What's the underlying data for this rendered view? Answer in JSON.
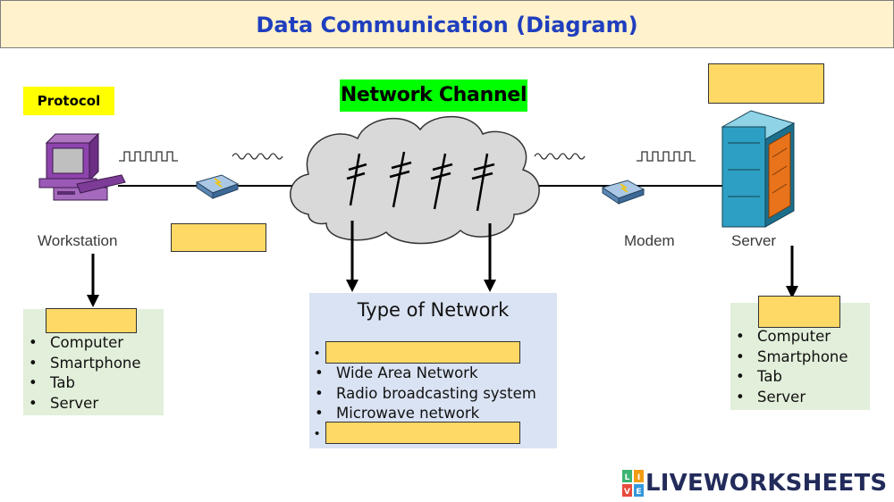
{
  "title": "Data Communication (Diagram)",
  "protocol_label": "Protocol",
  "network_channel_label": "Network Channel",
  "captions": {
    "workstation": "Workstation",
    "modem": "Modem",
    "server": "Server"
  },
  "left_device_list": [
    "Computer",
    "Smartphone",
    "Tab",
    "Server"
  ],
  "right_device_list": [
    "Computer",
    "Smartphone",
    "Tab",
    "Server"
  ],
  "type_of_network": {
    "title": "Type of Network",
    "items": [
      "Wide Area Network",
      "Radio broadcasting system",
      "Microwave network"
    ]
  },
  "brand": "LIVEWORKSHEETS",
  "brand_logo_letters": [
    "L",
    "I",
    "V",
    "E"
  ],
  "colors": {
    "title_bg": "#fff2cc",
    "title_text": "#1f3fbf",
    "protocol_bg": "#ffff00",
    "network_channel_bg": "#00ff00",
    "answer_box": "#ffd966",
    "list_panel": "#e2efda",
    "network_panel": "#dae3f3"
  }
}
